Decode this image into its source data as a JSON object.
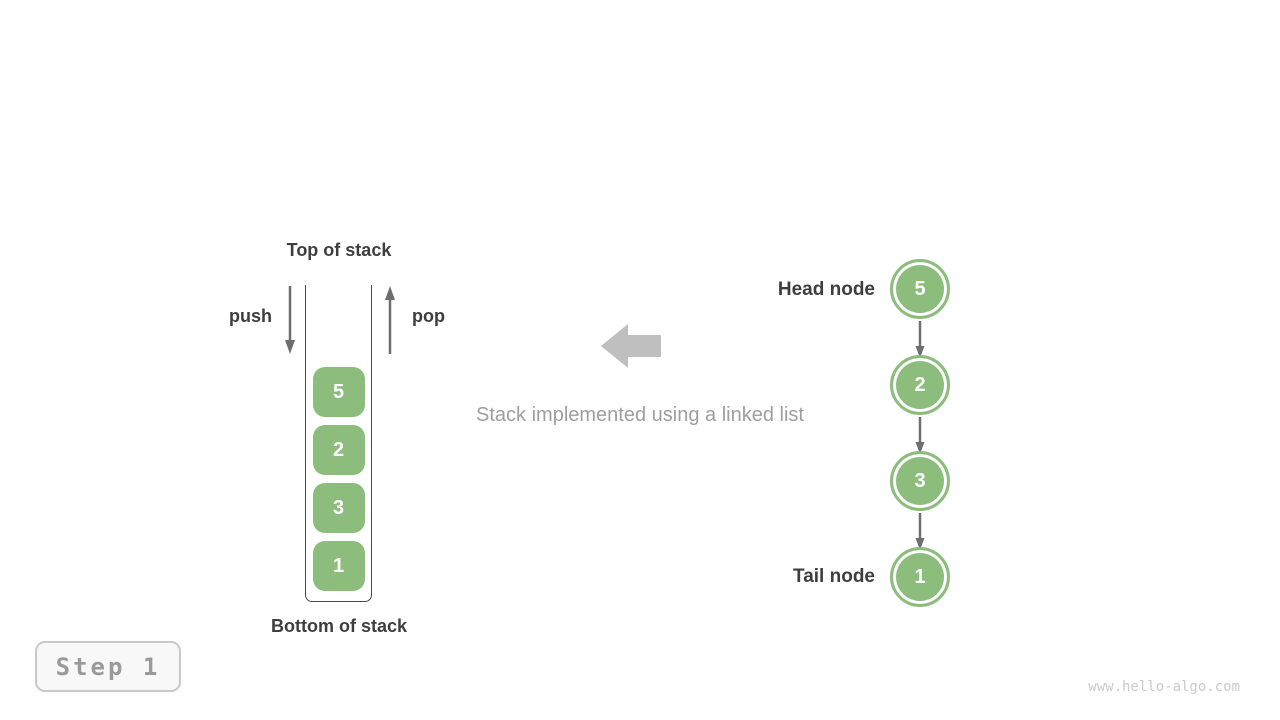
{
  "stack_panel": {
    "top_label": "Top of stack",
    "bottom_label": "Bottom of stack",
    "push_label": "push",
    "pop_label": "pop",
    "items": [
      "5",
      "2",
      "3",
      "1"
    ]
  },
  "center": {
    "caption": "Stack implemented using a linked list",
    "arrow_icon": "left-block-arrow"
  },
  "linked_list": {
    "head_label": "Head node",
    "tail_label": "Tail node",
    "nodes": [
      "5",
      "2",
      "3",
      "1"
    ]
  },
  "step_badge": {
    "label": "Step 1"
  },
  "watermark": "www.hello-algo.com",
  "colors": {
    "green": "#8cbd7d",
    "dark_text": "#3e3e3e",
    "arrow_gray": "#6e6e6e",
    "block_arrow_gray": "#bfbfbf",
    "muted_text": "#9e9e9e",
    "watermark_gray": "#cbcbcb",
    "step_border": "#c9c9c9",
    "step_bg": "#f8f8f8",
    "step_text": "#9a9a9a",
    "wall": "#4a4a4a"
  }
}
